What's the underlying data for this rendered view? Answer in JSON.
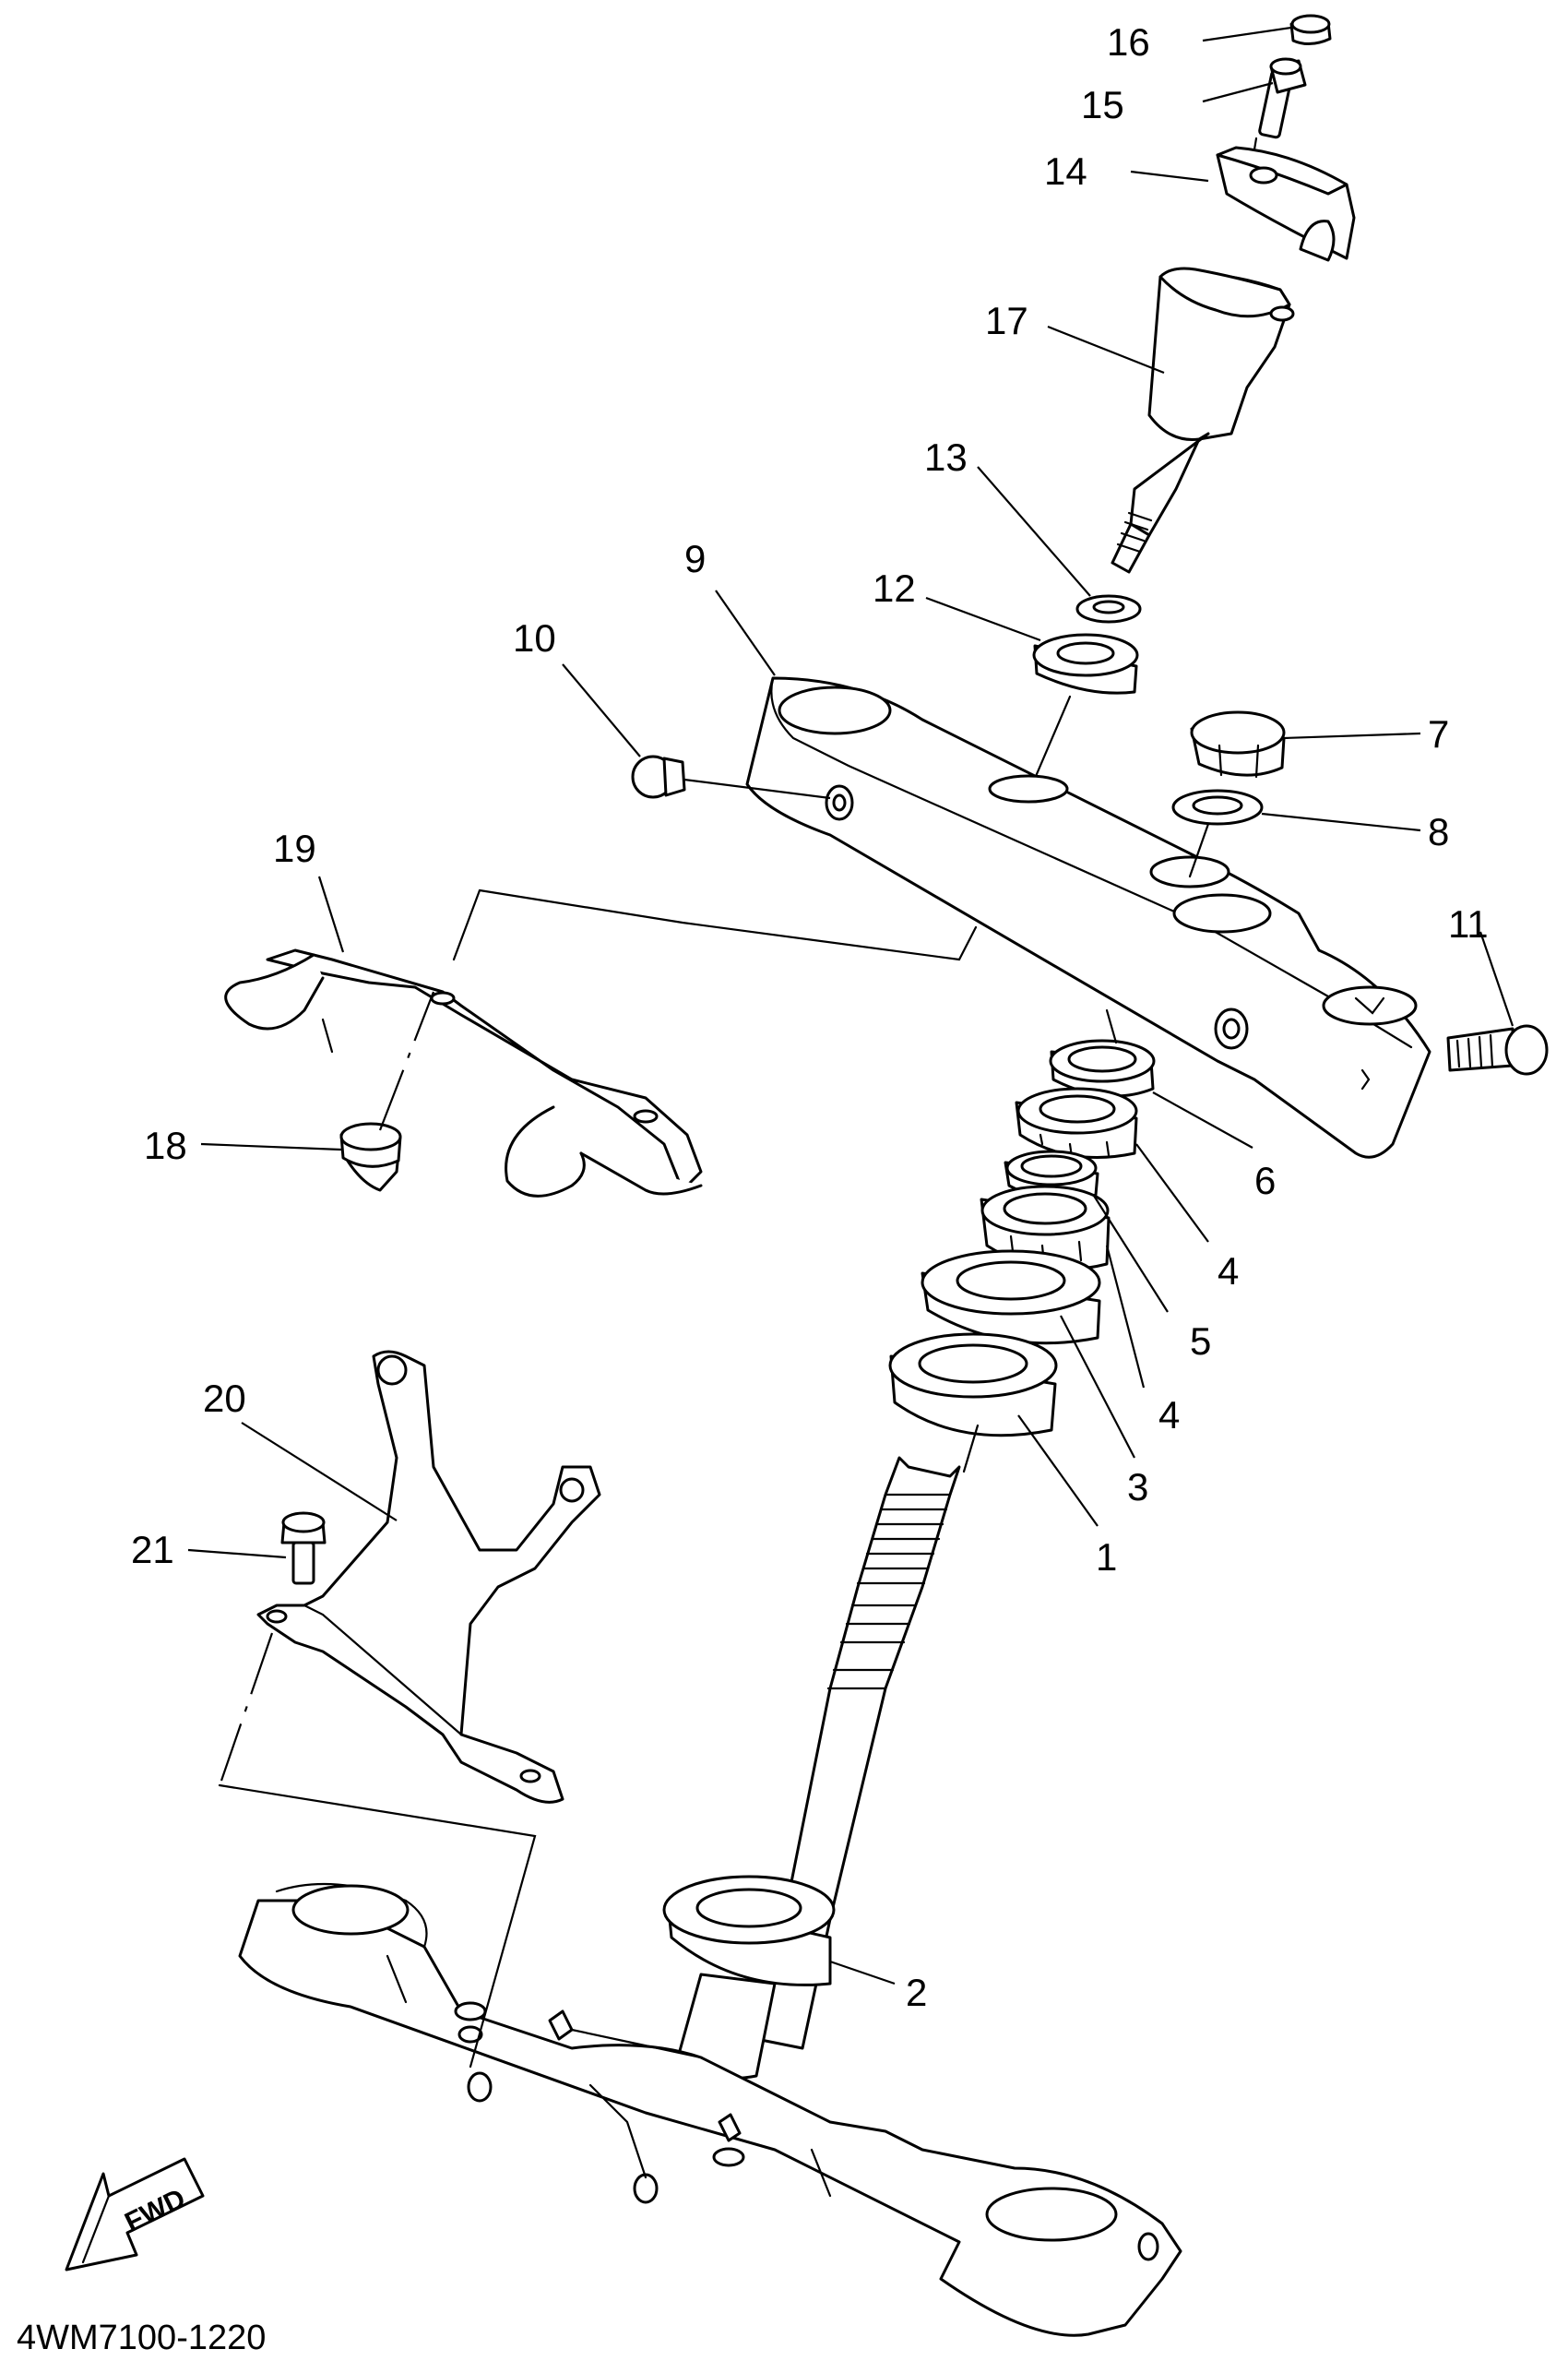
{
  "diagram": {
    "code": "4WM7100-1220",
    "fwd_label": "FWD",
    "callouts": [
      {
        "id": "c16",
        "label": "16"
      },
      {
        "id": "c15",
        "label": "15"
      },
      {
        "id": "c14",
        "label": "14"
      },
      {
        "id": "c17",
        "label": "17"
      },
      {
        "id": "c13",
        "label": "13"
      },
      {
        "id": "c12",
        "label": "12"
      },
      {
        "id": "c9",
        "label": "9"
      },
      {
        "id": "c10",
        "label": "10"
      },
      {
        "id": "c7",
        "label": "7"
      },
      {
        "id": "c8",
        "label": "8"
      },
      {
        "id": "c19",
        "label": "19"
      },
      {
        "id": "c11",
        "label": "11"
      },
      {
        "id": "c18",
        "label": "18"
      },
      {
        "id": "c6",
        "label": "6"
      },
      {
        "id": "c4a",
        "label": "4"
      },
      {
        "id": "c5",
        "label": "5"
      },
      {
        "id": "c4b",
        "label": "4"
      },
      {
        "id": "c3",
        "label": "3"
      },
      {
        "id": "c1",
        "label": "1"
      },
      {
        "id": "c20",
        "label": "20"
      },
      {
        "id": "c21",
        "label": "21"
      },
      {
        "id": "c2",
        "label": "2"
      }
    ]
  }
}
